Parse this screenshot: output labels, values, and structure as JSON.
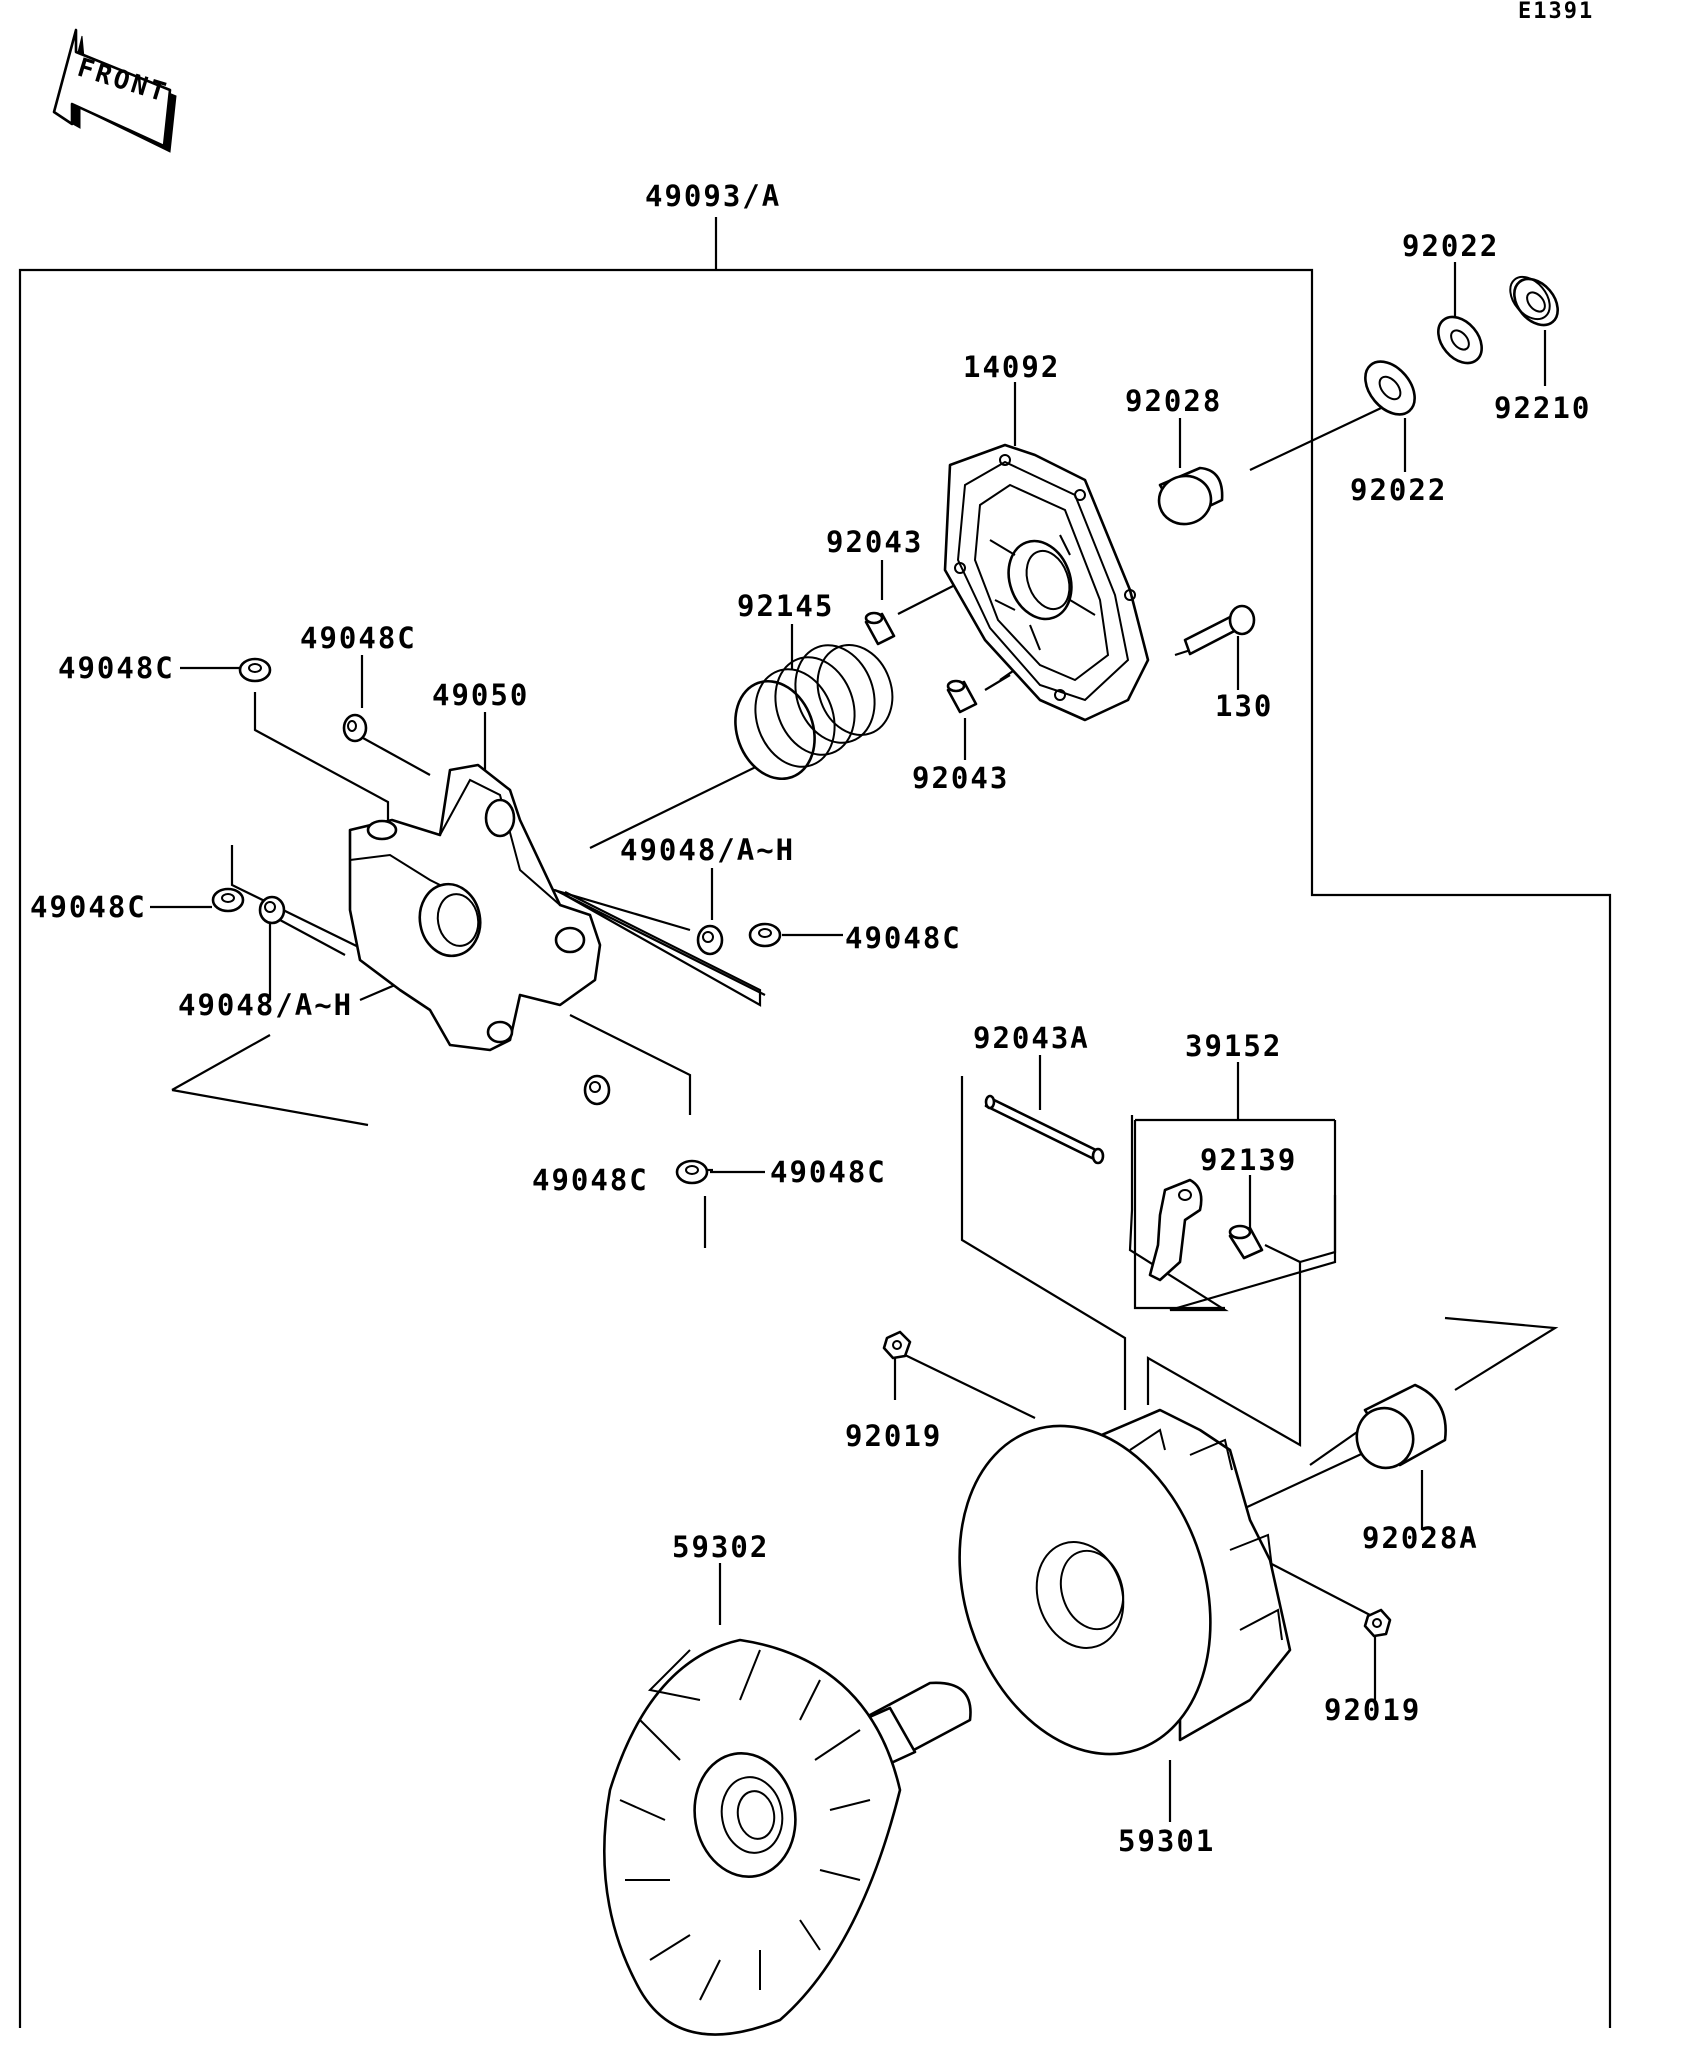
{
  "diagram": {
    "reference_code": "E1391",
    "front_arrow_text": "FRONT",
    "callouts": [
      {
        "id": "c01",
        "part": "49093/A"
      },
      {
        "id": "c02",
        "part": "92022"
      },
      {
        "id": "c03",
        "part": "92210"
      },
      {
        "id": "c04",
        "part": "92022"
      },
      {
        "id": "c05",
        "part": "14092"
      },
      {
        "id": "c06",
        "part": "92028"
      },
      {
        "id": "c07",
        "part": "92043"
      },
      {
        "id": "c08",
        "part": "92145"
      },
      {
        "id": "c09",
        "part": "130"
      },
      {
        "id": "c10",
        "part": "92043"
      },
      {
        "id": "c11",
        "part": "49048C"
      },
      {
        "id": "c12",
        "part": "49048C"
      },
      {
        "id": "c13",
        "part": "49050"
      },
      {
        "id": "c14",
        "part": "49048/A~H"
      },
      {
        "id": "c15",
        "part": "49048C"
      },
      {
        "id": "c16",
        "part": "49048C"
      },
      {
        "id": "c17",
        "part": "49048/A~H"
      },
      {
        "id": "c18",
        "part": "92043A"
      },
      {
        "id": "c19",
        "part": "39152"
      },
      {
        "id": "c20",
        "part": "92139"
      },
      {
        "id": "c21",
        "part": "49048C"
      },
      {
        "id": "c22",
        "part": "49048C"
      },
      {
        "id": "c23",
        "part": "92019"
      },
      {
        "id": "c24",
        "part": "92028A"
      },
      {
        "id": "c25",
        "part": "59302"
      },
      {
        "id": "c26",
        "part": "92019"
      },
      {
        "id": "c27",
        "part": "59301"
      }
    ]
  }
}
